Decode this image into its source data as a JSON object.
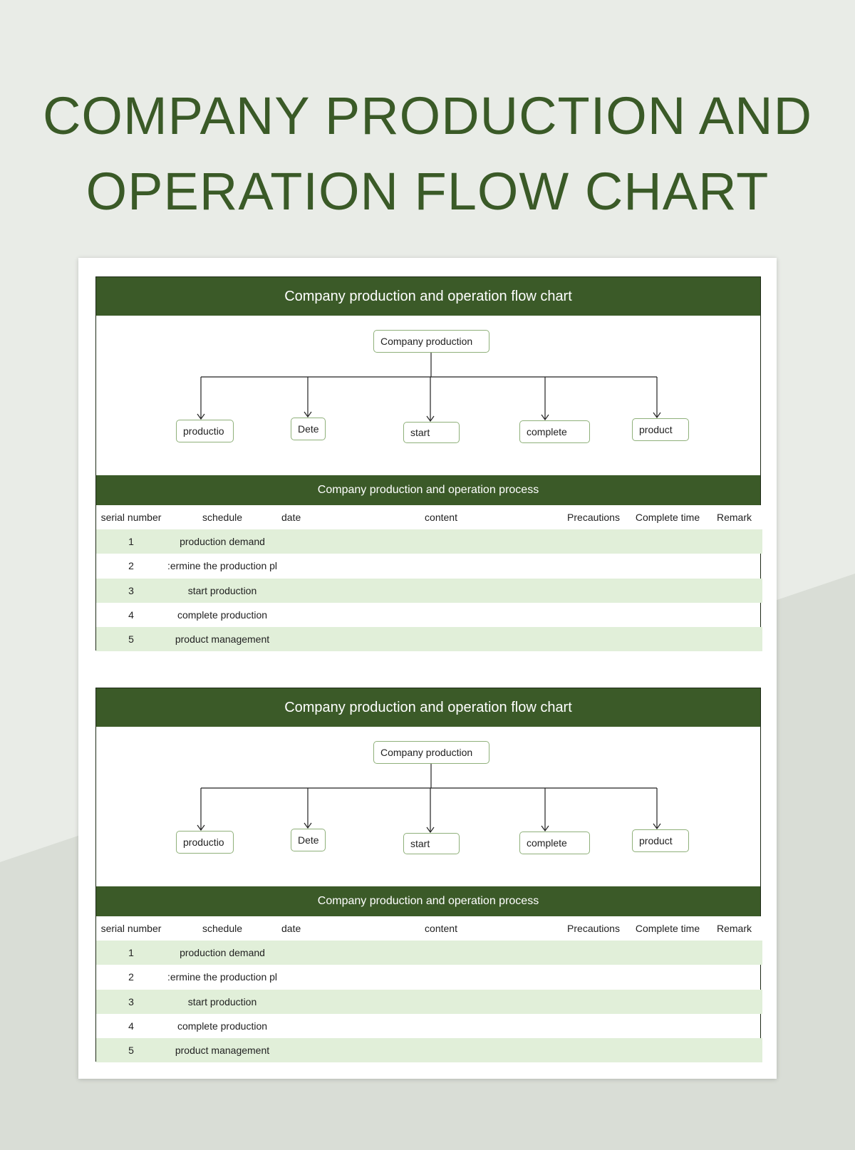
{
  "page_title_line1": "COMPANY PRODUCTION AND",
  "page_title_line2": "OPERATION FLOW CHART",
  "colors": {
    "brand_green": "#3b5a28",
    "title_green": "#3a5a27",
    "row_tint": "#e1efd9",
    "node_border": "#8fb07a",
    "background": "#e9ece7"
  },
  "sheets": [
    {
      "header": "Company production and operation flow chart",
      "flow": {
        "root": "Company production",
        "children": [
          "productio",
          "Dete",
          "start",
          "complete",
          "product"
        ]
      },
      "process_header": "Company production and operation process",
      "columns": [
        "serial number",
        "schedule",
        "date",
        "content",
        "Precautions",
        "Complete time",
        "Remark"
      ],
      "rows": [
        {
          "serial": "1",
          "schedule": "production demand"
        },
        {
          "serial": "2",
          "schedule": ":ermine the production pl"
        },
        {
          "serial": "3",
          "schedule": "start production"
        },
        {
          "serial": "4",
          "schedule": "complete production"
        },
        {
          "serial": "5",
          "schedule": "product management"
        }
      ]
    },
    {
      "header": "Company production and operation flow chart",
      "flow": {
        "root": "Company production",
        "children": [
          "productio",
          "Dete",
          "start",
          "complete",
          "product"
        ]
      },
      "process_header": "Company production and operation process",
      "columns": [
        "serial number",
        "schedule",
        "date",
        "content",
        "Precautions",
        "Complete time",
        "Remark"
      ],
      "rows": [
        {
          "serial": "1",
          "schedule": "production demand"
        },
        {
          "serial": "2",
          "schedule": ":ermine the production pl"
        },
        {
          "serial": "3",
          "schedule": "start production"
        },
        {
          "serial": "4",
          "schedule": "complete production"
        },
        {
          "serial": "5",
          "schedule": "product management"
        }
      ]
    }
  ]
}
